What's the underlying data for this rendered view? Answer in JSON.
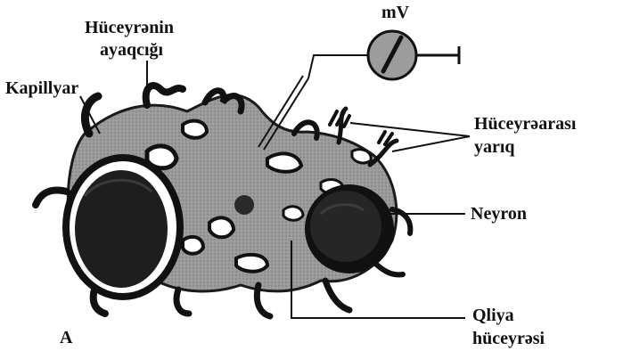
{
  "figure": {
    "panel_letter": "A",
    "meter_unit": "mV",
    "labels": {
      "foot_line1": "Hüceyrənin",
      "foot_line2": "ayaqcığı",
      "capillary": "Kapillyar",
      "cleft_line1": "Hüceyrəarası",
      "cleft_line2": "yarıq",
      "neuron": "Neyron",
      "glia_line1": "Qliya",
      "glia_line2": "hüceyrəsi"
    }
  }
}
